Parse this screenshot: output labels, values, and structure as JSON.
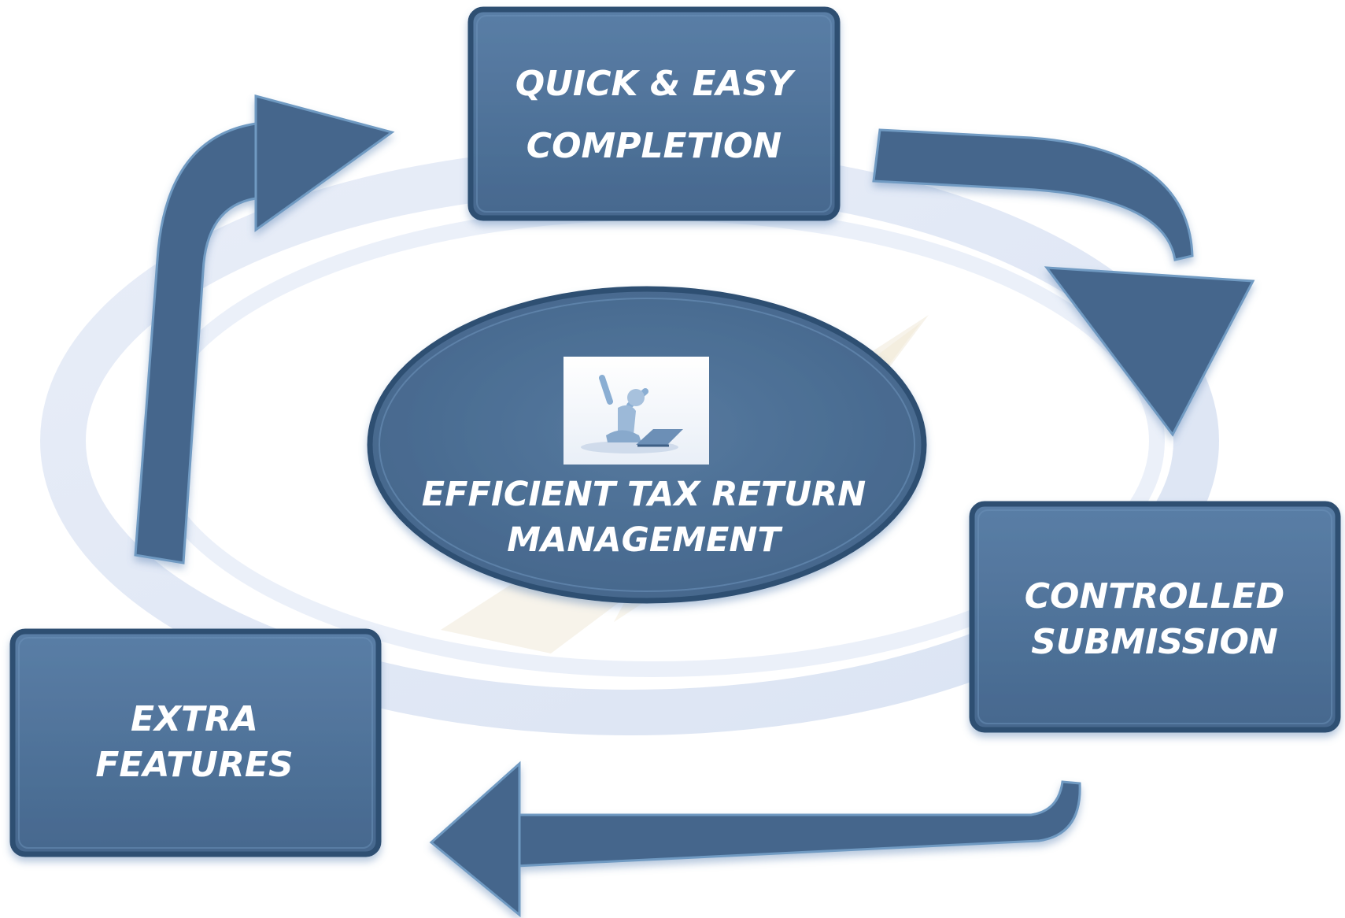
{
  "diagram": {
    "colors": {
      "box_fill": "#4b6e93",
      "box_border": "#2f4f72",
      "arrow_fill": "#44668c",
      "arrow_edge": "#6f9ac2",
      "background_swirl": "#c9d6ee",
      "text": "#ffffff"
    },
    "center": {
      "line1": "EFFICIENT TAX RETURN",
      "line2": "MANAGEMENT",
      "icon": "celebrating-person-laptop-icon"
    },
    "steps": [
      {
        "line1": "QUICK & EASY",
        "line2": "COMPLETION"
      },
      {
        "line1": "CONTROLLED",
        "line2": "SUBMISSION"
      },
      {
        "line1": "EXTRA",
        "line2": "FEATURES"
      }
    ]
  }
}
